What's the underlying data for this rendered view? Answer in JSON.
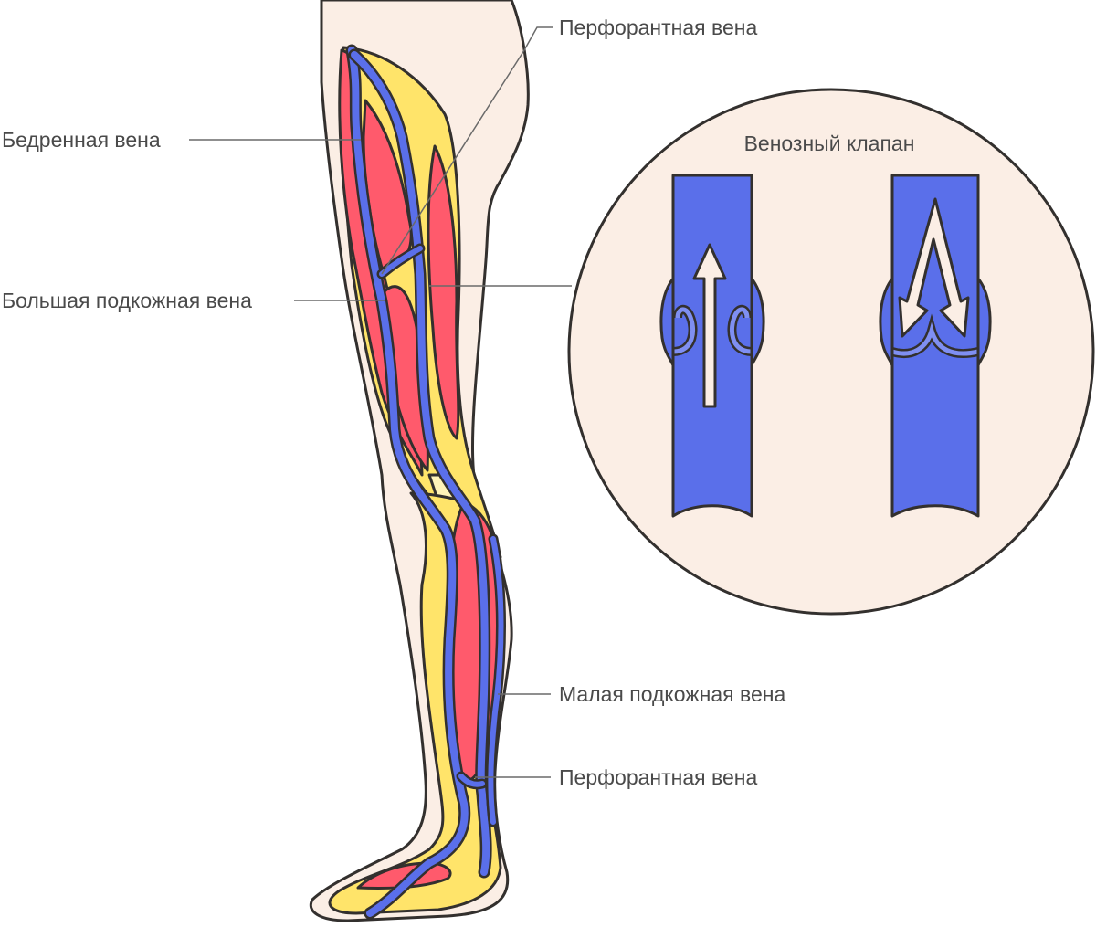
{
  "labels": {
    "perforator_top": "Перфорантная вена",
    "femoral": "Бедренная вена",
    "great_saphenous": "Большая подкожная вена",
    "small_saphenous": "Малая подкожная вена",
    "perforator_bottom": "Перфорантная вена"
  },
  "inset": {
    "title": "Венозный клапан"
  },
  "colors": {
    "skin": "#fbeee5",
    "muscle": "#ff5a6c",
    "fat": "#ffe46a",
    "bone": "#fff3b8",
    "vein": "#5a6fea",
    "vein_light": "#7f8ff2",
    "outline": "#33302e"
  }
}
